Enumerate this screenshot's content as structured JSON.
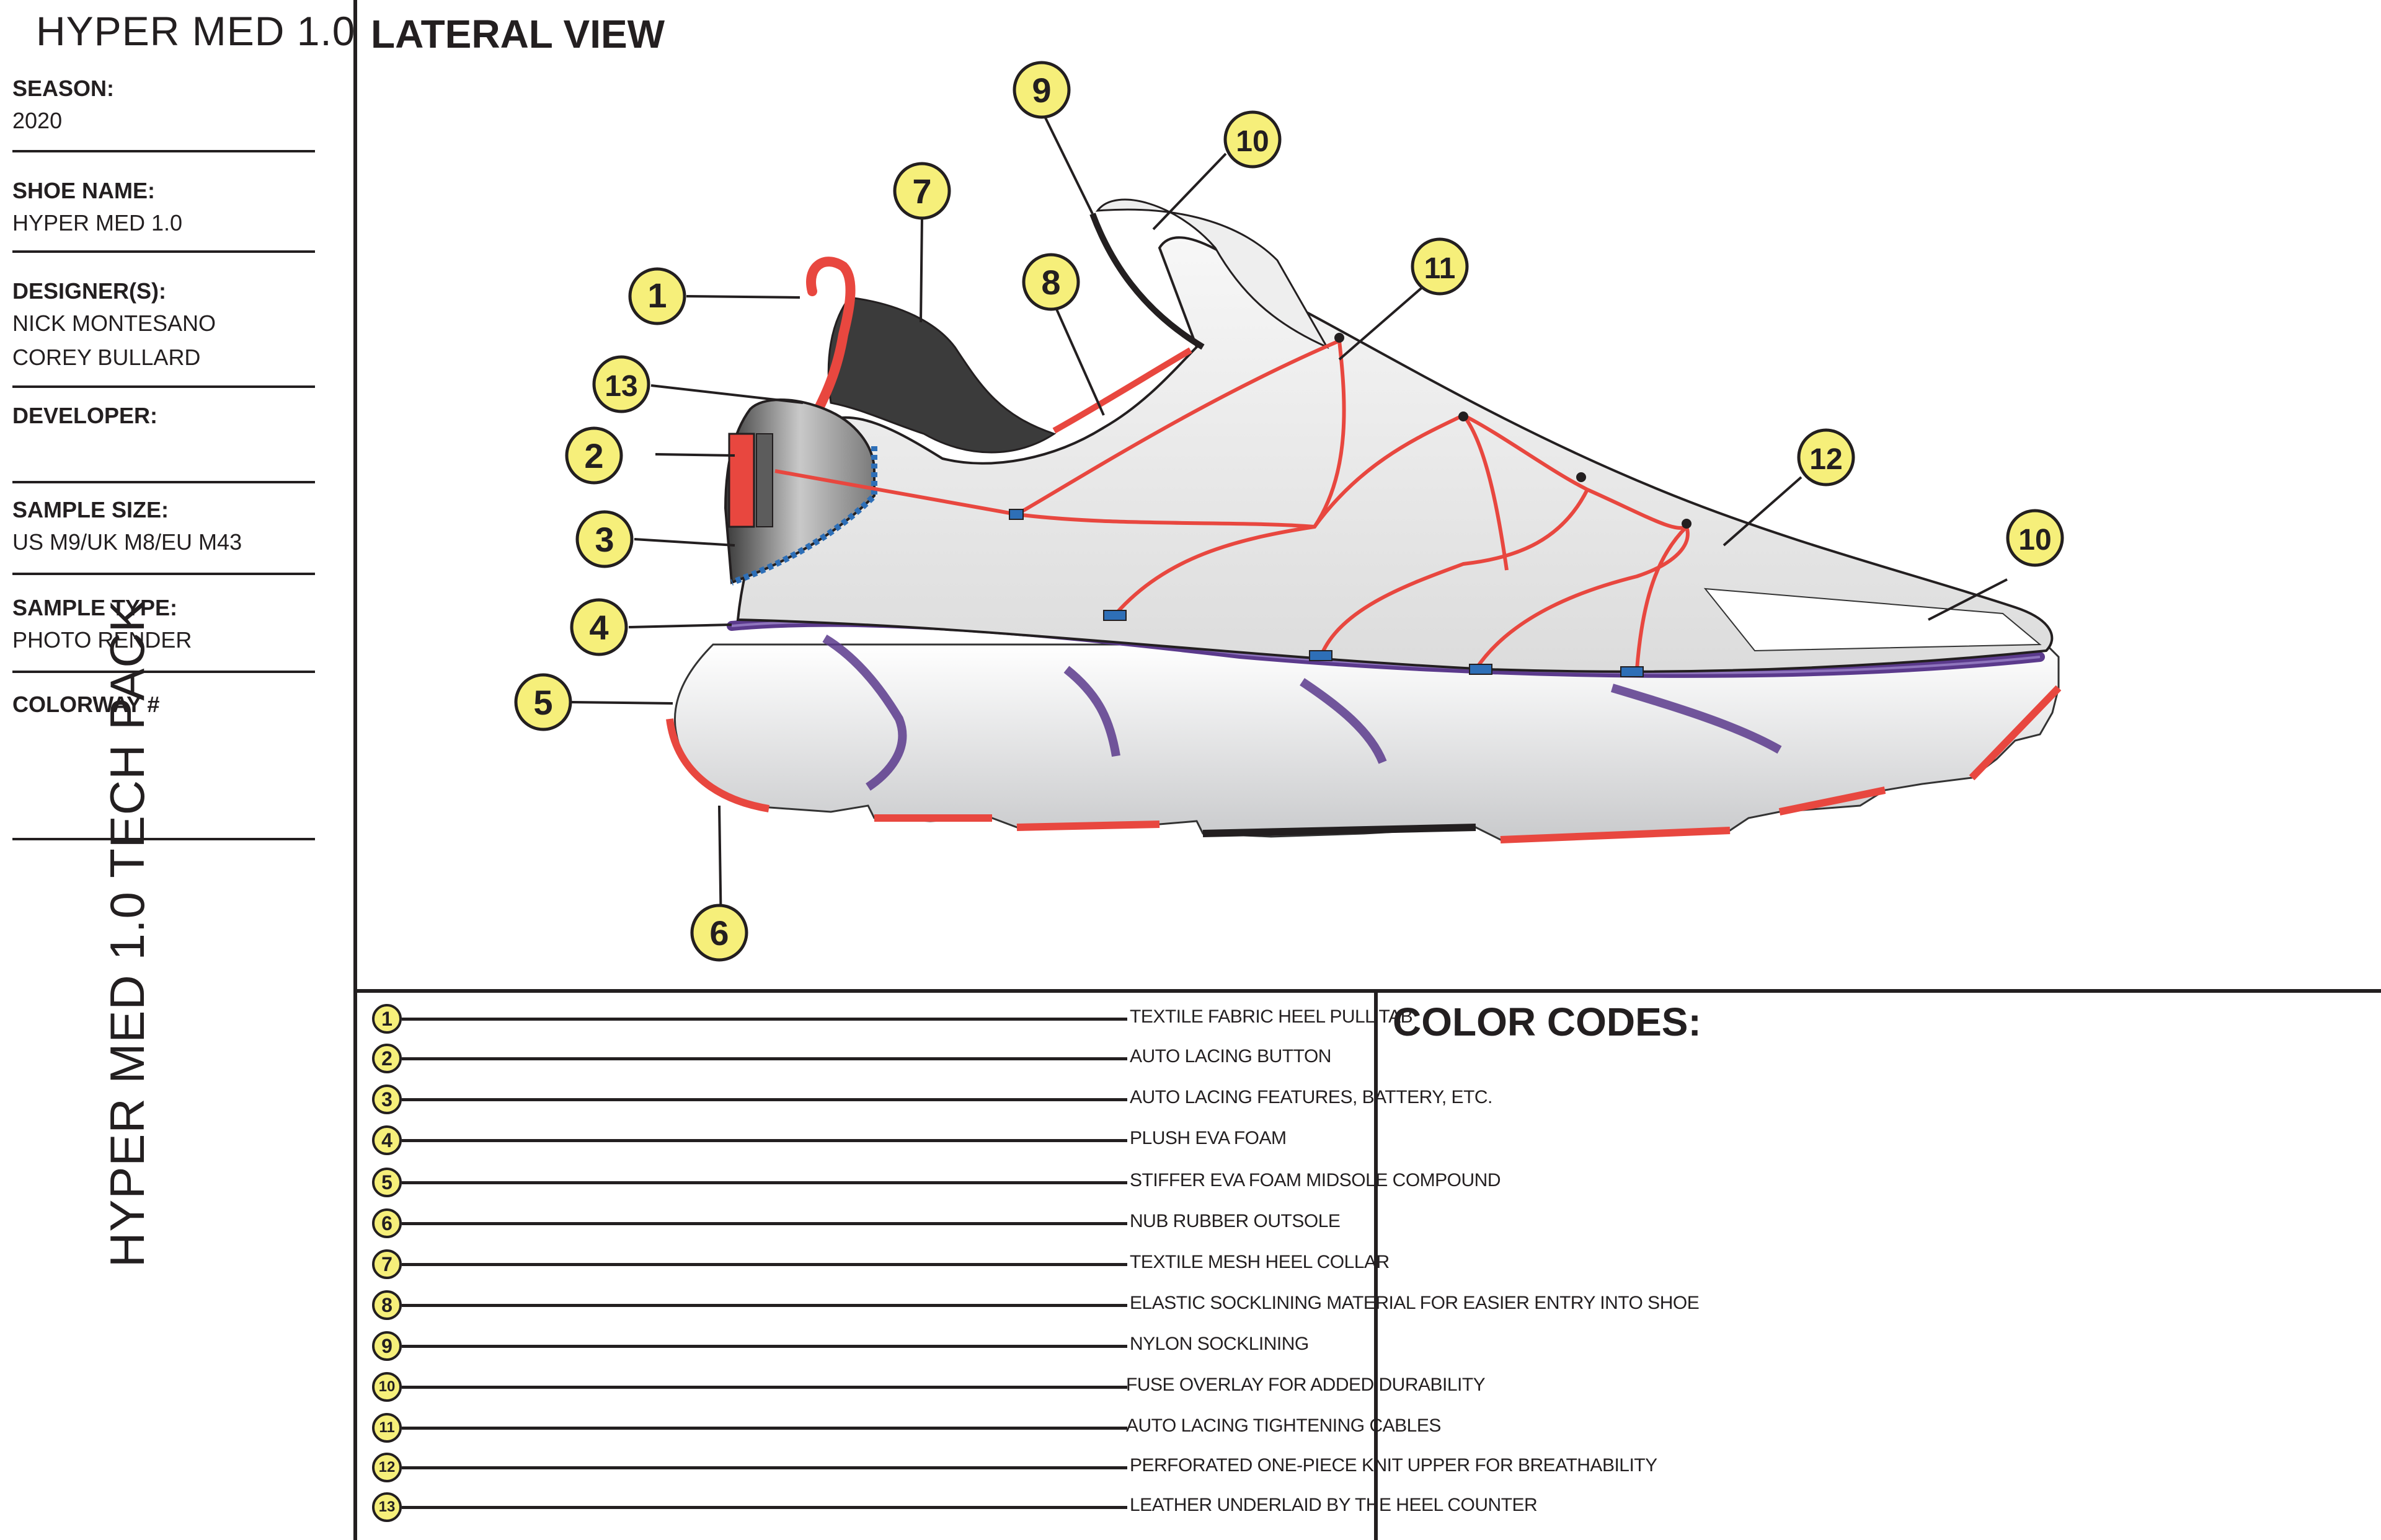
{
  "sidebar": {
    "title": "HYPER MED 1.0",
    "vertical_title": "HYPER MED 1.0 TECH PACK",
    "fields": [
      {
        "label": "SEASON:",
        "values": [
          "2020"
        ]
      },
      {
        "label": "SHOE NAME:",
        "values": [
          "HYPER MED 1.0"
        ]
      },
      {
        "label": "DESIGNER(S):",
        "values": [
          "NICK MONTESANO",
          "COREY BULLARD"
        ]
      },
      {
        "label": "DEVELOPER:",
        "values": []
      },
      {
        "label": "SAMPLE SIZE:",
        "values": [
          "US M9/UK M8/EU M43"
        ]
      },
      {
        "label": "SAMPLE TYPE:",
        "values": [
          "PHOTO RENDER"
        ]
      },
      {
        "label": "COLORWAY #",
        "values": []
      }
    ]
  },
  "main": {
    "view_title": "LATERAL VIEW",
    "color_codes_title": "COLOR CODES:"
  },
  "callouts": [
    "1",
    "2",
    "3",
    "4",
    "5",
    "6",
    "7",
    "8",
    "9",
    "10",
    "10",
    "11",
    "12",
    "13"
  ],
  "legend": [
    {
      "number": "1",
      "text": "TEXTILE FABRIC HEEL PULL TAB"
    },
    {
      "number": "2",
      "text": "AUTO LACING BUTTON"
    },
    {
      "number": "3",
      "text": "AUTO LACING FEATURES, BATTERY, ETC."
    },
    {
      "number": "4",
      "text": "PLUSH EVA FOAM"
    },
    {
      "number": "5",
      "text": "STIFFER EVA FOAM MIDSOLE COMPOUND"
    },
    {
      "number": "6",
      "text": "NUB RUBBER OUTSOLE"
    },
    {
      "number": "7",
      "text": "TEXTILE MESH HEEL COLLAR"
    },
    {
      "number": "8",
      "text": "ELASTIC SOCKLINING MATERIAL FOR EASIER ENTRY INTO SHOE"
    },
    {
      "number": "9",
      "text": "NYLON SOCKLINING"
    },
    {
      "number": "10",
      "text": "FUSE OVERLAY FOR ADDED DURABILITY"
    },
    {
      "number": "11",
      "text": "AUTO LACING TIGHTENING CABLES"
    },
    {
      "number": "12",
      "text": "PERFORATED ONE-PIECE KNIT UPPER FOR BREATHABILITY"
    },
    {
      "number": "13",
      "text": "LEATHER UNDERLAID BY THE HEEL COUNTER"
    }
  ],
  "colors": {
    "callout_fill": "#f6ef7a",
    "accent_red": "#e8473f",
    "midsole_purple": "#5b3a8c",
    "cable_blue": "#2e6fb7",
    "line": "#231f20"
  }
}
